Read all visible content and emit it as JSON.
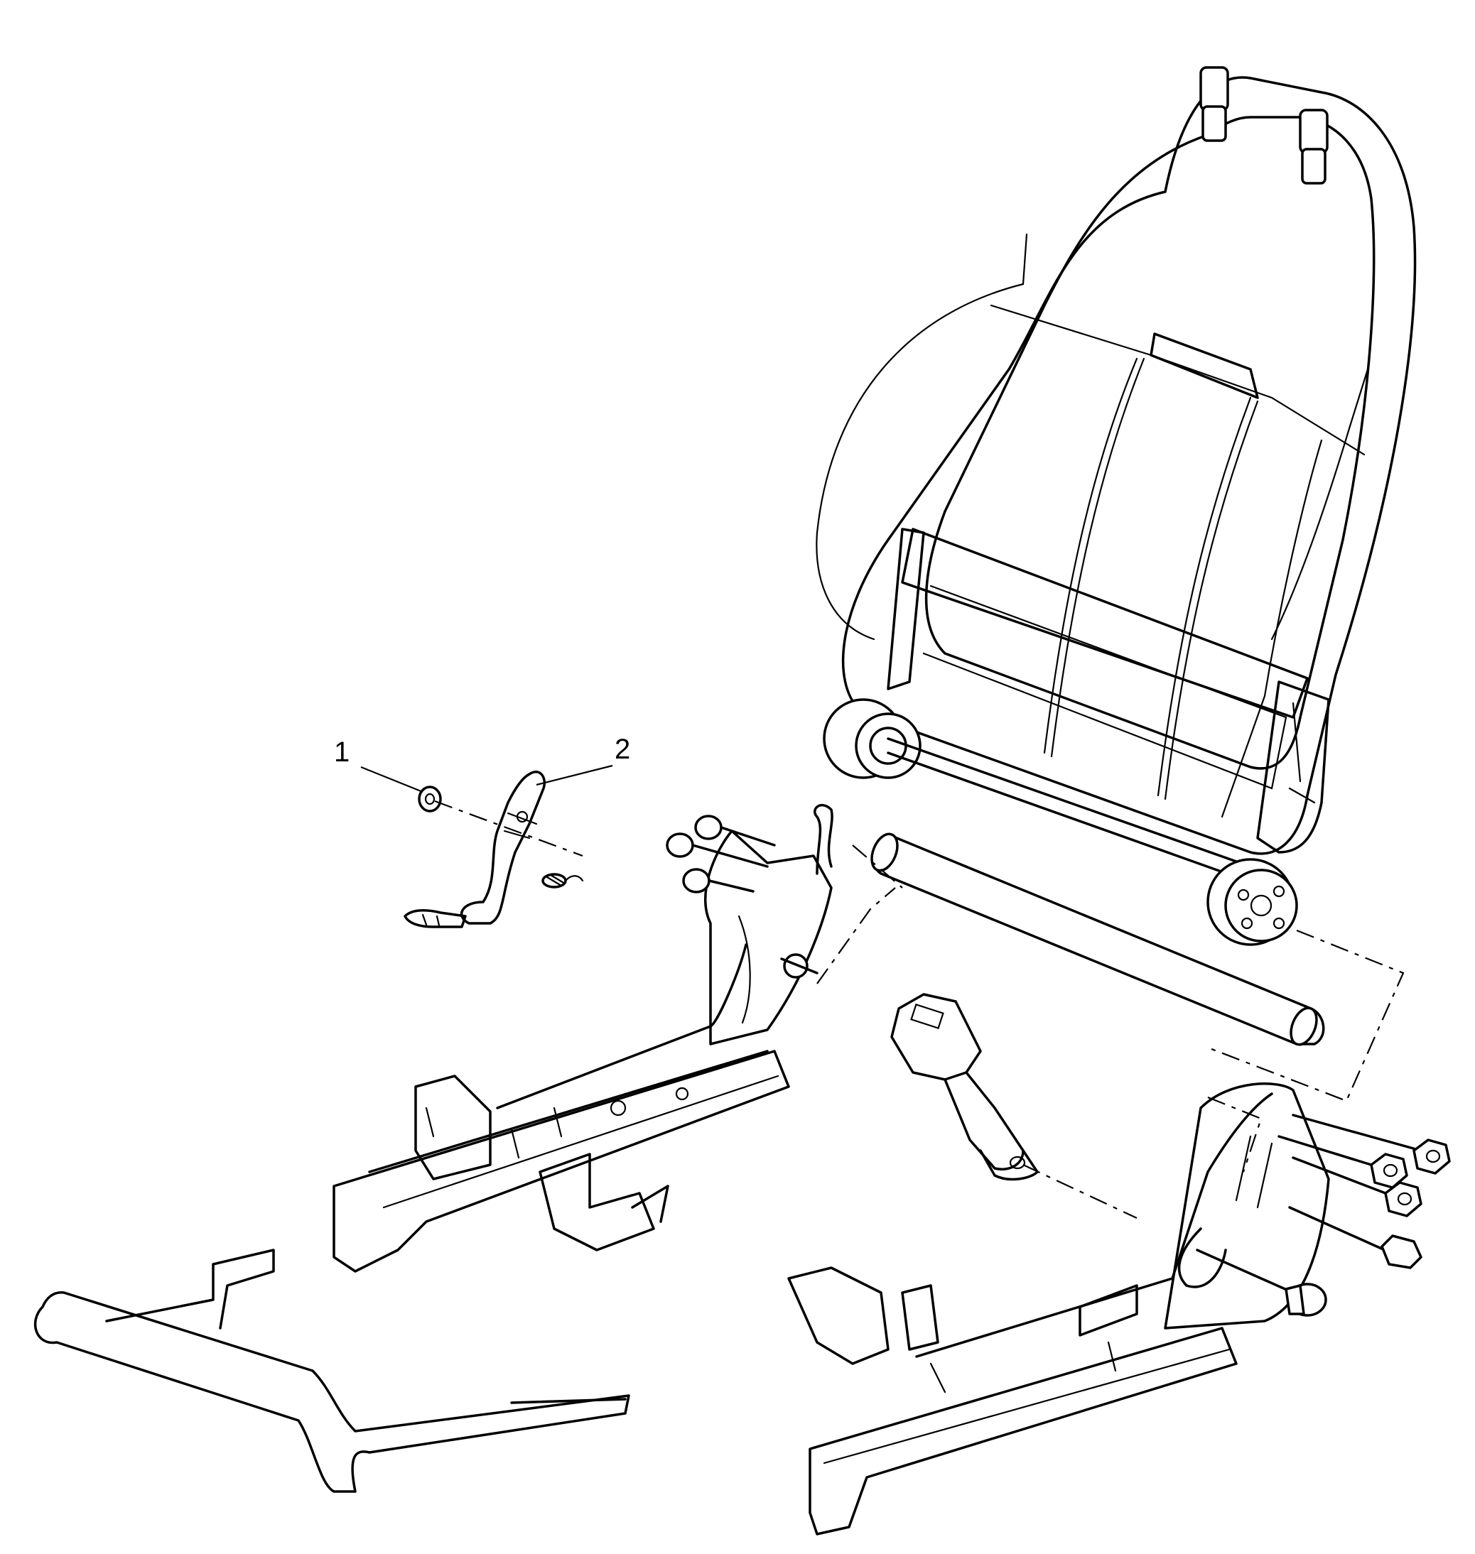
{
  "callouts": [
    {
      "label": "1",
      "part": "washer"
    },
    {
      "label": "2",
      "part": "recliner-lever-bracket"
    }
  ]
}
